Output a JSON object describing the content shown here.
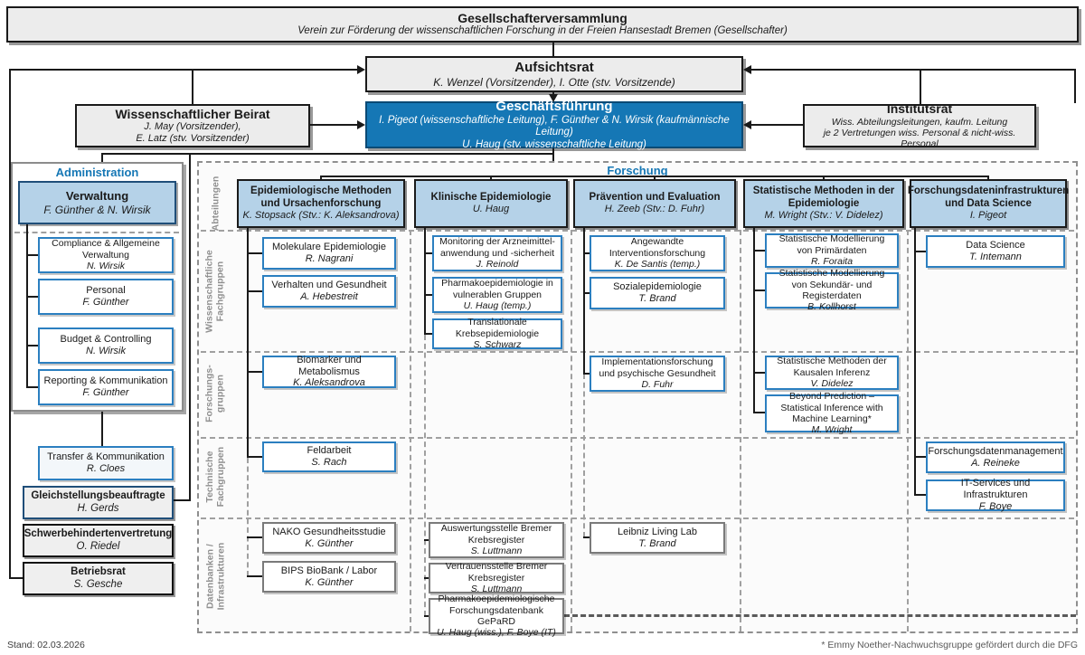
{
  "colors": {
    "accent_blue": "#1577b5",
    "light_blue_fill": "#b5d2e8",
    "box_border_blue": "#2b7fc0",
    "gray_fill": "#ececec",
    "navy_border": "#1f4e79"
  },
  "gesellschafterversammlung": {
    "title": "Gesellschafterversammlung",
    "subtitle": "Verein zur Förderung der wissenschaftlichen Forschung in der Freien Hansestadt Bremen (Gesellschafter)"
  },
  "aufsichtsrat": {
    "title": "Aufsichtsrat",
    "members": "K. Wenzel (Vorsitzender), I. Otte (stv. Vorsitzende)"
  },
  "geschaeftsfuehrung": {
    "title": "Geschäftsführung",
    "line1": "I. Pigeot (wissenschaftliche Leitung), F. Günther & N. Wirsik (kaufmännische Leitung)",
    "line2": "U. Haug (stv. wissenschaftliche Leitung)"
  },
  "wissenschaftlicher_beirat": {
    "title": "Wissenschaftlicher Beirat",
    "line1": "J. May (Vorsitzender),",
    "line2": "E. Latz (stv. Vorsitzender)"
  },
  "institutsrat": {
    "title": "Institutsrat",
    "line1": "Wiss. Abteilungsleitungen, kaufm. Leitung",
    "line2": "je 2 Vertretungen wiss. Personal & nicht-wiss. Personal"
  },
  "administration": {
    "label": "Administration",
    "verwaltung": {
      "title": "Verwaltung",
      "name": "F. Günther & N. Wirsik"
    },
    "units": [
      {
        "title": "Compliance & Allgemeine Verwaltung",
        "name": "N. Wirsik"
      },
      {
        "title": "Personal",
        "name": "F. Günther"
      },
      {
        "title": "Budget & Controlling",
        "name": "N. Wirsik"
      },
      {
        "title": "Reporting & Kommunikation",
        "name": "F. Günther"
      }
    ],
    "transfer": {
      "title": "Transfer & Kommunikation",
      "name": "R. Cloes"
    },
    "gleichstellung": {
      "title": "Gleichstellungsbeauftragte",
      "name": "H. Gerds"
    },
    "schwerbehinderten": {
      "title": "Schwerbehindertenvertretung",
      "name": "O. Riedel"
    },
    "betriebsrat": {
      "title": "Betriebsrat",
      "name": "S. Gesche"
    }
  },
  "forschung": {
    "label": "Forschung",
    "row_labels": {
      "abteilungen": "Abteilungen",
      "wiss": "Wissenschaftliche\nFachgruppen",
      "forschungsgruppen": "Forschungs-\ngruppen",
      "technisch": "Technische\nFachgruppen",
      "datenbanken": "Datenbanken /\nInfrastrukturen"
    },
    "departments": [
      {
        "title": "Epidemiologische Methoden und Ursachenforschung",
        "name": "K. Stopsack (Stv.: K. Aleksandrova)"
      },
      {
        "title": "Klinische Epidemiologie",
        "name": "U. Haug"
      },
      {
        "title": "Prävention und Evaluation",
        "name": "H. Zeeb (Stv.: D. Fuhr)"
      },
      {
        "title": "Statistische Methoden in der Epidemiologie",
        "name": "M. Wright (Stv.: V. Didelez)"
      },
      {
        "title": "Forschungsdateninfrastrukturen und Data Science",
        "name": "I. Pigeot"
      }
    ],
    "boxes": {
      "molekulare": {
        "title": "Molekulare Epidemiologie",
        "name": "R. Nagrani"
      },
      "verhalten": {
        "title": "Verhalten und Gesundheit",
        "name": "A. Hebestreit"
      },
      "monitoring": {
        "title": "Monitoring der Arzneimittel-anwendung und -sicherheit",
        "name": "J. Reinold"
      },
      "pharmako_vulnerabel": {
        "title": "Pharmakoepidemiologie in vulnerablen Gruppen",
        "name": "U. Haug (temp.)"
      },
      "translationale": {
        "title": "Translationale Krebsepidemiologie",
        "name": "S. Schwarz"
      },
      "angewandte": {
        "title": "Angewandte Interventionsforschung",
        "name": "K. De Santis (temp.)"
      },
      "sozialepi": {
        "title": "Sozialepidemiologie",
        "name": "T. Brand"
      },
      "stat_primaer": {
        "title": "Statistische Modellierung von Primärdaten",
        "name": "R. Foraita"
      },
      "stat_sekundaer": {
        "title": "Statistische Modellierung von Sekundär- und Registerdaten",
        "name": "B. Kollhorst"
      },
      "data_science": {
        "title": "Data Science",
        "name": "T. Intemann"
      },
      "biomarker": {
        "title": "Biomarker und Metabolismus",
        "name": "K. Aleksandrova"
      },
      "implementation": {
        "title": "Implementationsforschung und psychische Gesundheit",
        "name": "D. Fuhr"
      },
      "kausale": {
        "title": "Statistische Methoden der Kausalen Inferenz",
        "name": "V. Didelez"
      },
      "beyond": {
        "title": "Beyond Prediction – Statistical Inference with Machine Learning*",
        "name": "M. Wright"
      },
      "feldarbeit": {
        "title": "Feldarbeit",
        "name": "S. Rach"
      },
      "fdm": {
        "title": "Forschungsdatenmanagement",
        "name": "A. Reineke"
      },
      "it_services": {
        "title": "IT-Services und Infrastrukturen",
        "name": "F. Boye"
      },
      "nako": {
        "title": "NAKO Gesundheitsstudie",
        "name": "K. Günther"
      },
      "biobank": {
        "title": "BIPS BioBank / Labor",
        "name": "K. Günther"
      },
      "auswertungsstelle": {
        "title": "Auswertungsstelle Bremer Krebsregister",
        "name": "S. Luttmann"
      },
      "vertrauensstelle": {
        "title": "Vertrauensstelle Bremer Krebsregister",
        "name": "S. Luttmann"
      },
      "gepard": {
        "title": "Pharmakoepidemiologische Forschungsdatenbank GePaRD",
        "name": "U. Haug (wiss.), F. Boye (IT)"
      },
      "living_lab": {
        "title": "Leibniz Living Lab",
        "name": "T. Brand"
      }
    }
  },
  "footer": {
    "stand": "Stand: 02.03.2026",
    "footnote": "* Emmy Noether-Nachwuchsgruppe gefördert durch die DFG"
  }
}
